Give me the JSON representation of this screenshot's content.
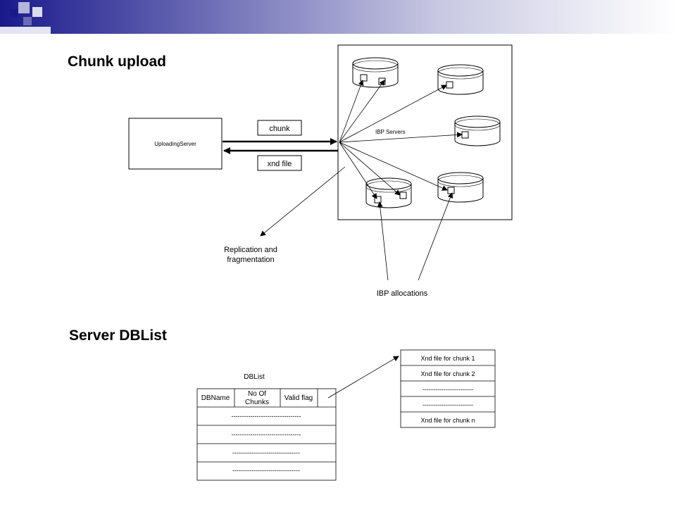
{
  "slide": {
    "title_upload": "Chunk upload",
    "title_dblist": "Server DBList"
  },
  "upload_diagram": {
    "uploading_server": "UploadingServer",
    "chunk_label": "chunk",
    "xnd_label": "xnd file",
    "ibp_servers": "IBP Servers",
    "replication_line1": "Replication and",
    "replication_line2": "fragmentation",
    "ibp_allocations": "IBP allocations"
  },
  "dblist": {
    "title": "DBList",
    "col_dbname": "DBName",
    "col_chunks_line1": "No Of",
    "col_chunks_line2": "Chunks",
    "col_valid": "Valid flag",
    "rows": [
      "---------------------------------",
      "---------------------------------",
      "--------------------------------",
      "--------------------------------"
    ]
  },
  "xnd_list": {
    "items": [
      "Xnd file for chunk 1",
      "Xnd file for chunk 2",
      "------------------------",
      "------------------------",
      "Xnd file for chunk n"
    ]
  },
  "colors": {
    "band_dark": "#1a1a8c",
    "band_light": "#c8c8e2",
    "square_blue": "#1a1a8c",
    "square_light": "#9a9ad0"
  }
}
